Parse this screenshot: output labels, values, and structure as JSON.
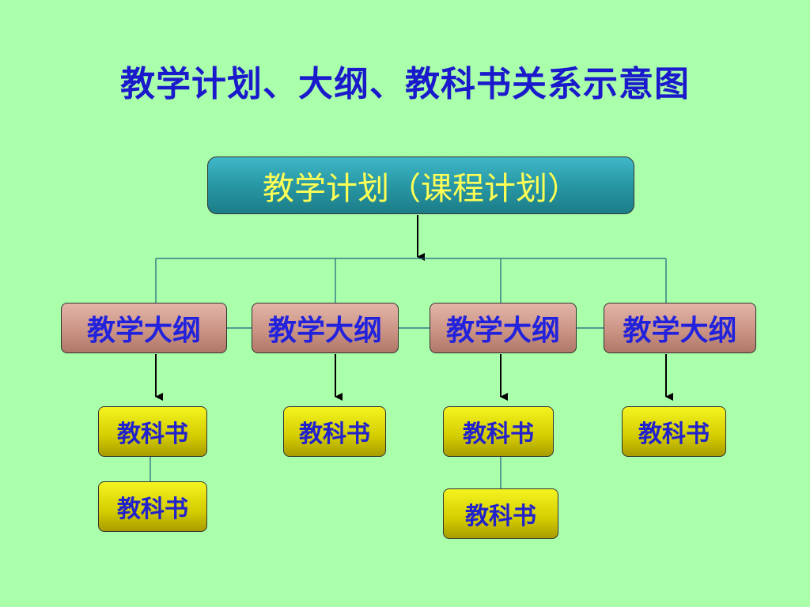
{
  "title": "教学计划、大纲、教科书关系示意图",
  "plan": {
    "label": "教学计划（课程计划）"
  },
  "outlines": [
    {
      "label": "教学大纲"
    },
    {
      "label": "教学大纲"
    },
    {
      "label": "教学大纲"
    },
    {
      "label": "教学大纲"
    }
  ],
  "textbooks": [
    {
      "label": "教科书"
    },
    {
      "label": "教科书"
    },
    {
      "label": "教科书"
    },
    {
      "label": "教科书"
    },
    {
      "label": "教科书"
    },
    {
      "label": "教科书"
    }
  ],
  "colors": {
    "background": "#aaffaa",
    "title": "#1a1acc",
    "plan_text": "#ffff55",
    "plan_fill": "#2a9aa8",
    "outline_fill": "#cc9484",
    "textbook_fill": "#d4cc00",
    "node_text": "#2222dd"
  }
}
